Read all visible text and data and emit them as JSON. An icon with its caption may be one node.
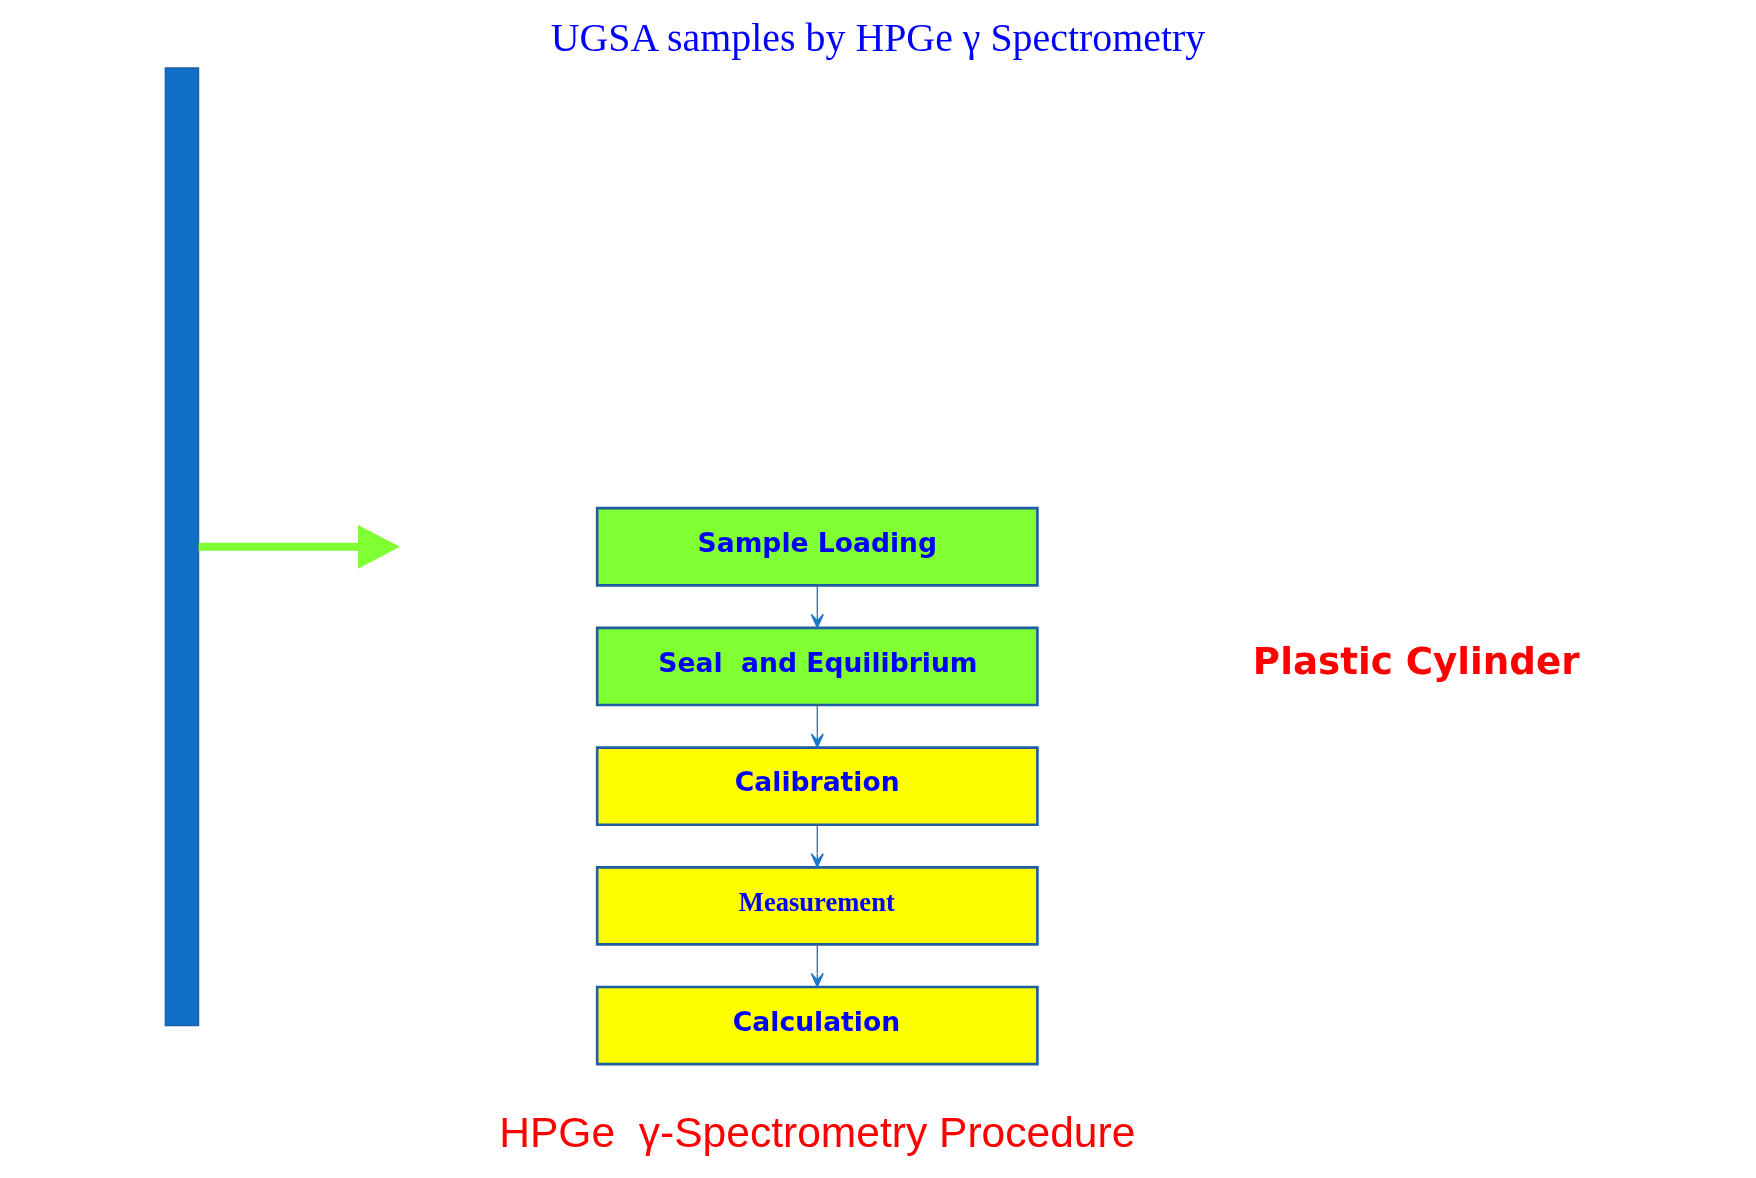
{
  "diagram": {
    "title": "UGSA samples by HPGe γ Spectrometry",
    "caption": "HPGe  γ-Spectrometry Procedure",
    "nodes": [
      {
        "text": [
          "Sample Loading"
        ]
      },
      {
        "text": [
          "Seal  and Equilibrium"
        ]
      },
      {
        "text": [
          "Calibration"
        ]
      },
      {
        "text": [
          "Measurement"
        ]
      },
      {
        "text": [
          "Calculation"
        ]
      },
      {
        "text": [],
        "shape": "bar"
      }
    ],
    "edges": [
      {
        "from": 0,
        "to": 1,
        "arrow": "to"
      },
      {
        "from": 1,
        "to": 2,
        "arrow": "to"
      },
      {
        "from": 2,
        "to": 3,
        "arrow": "to"
      },
      {
        "from": 3,
        "to": 4,
        "arrow": "to"
      },
      {
        "from": 5,
        "to": null,
        "arrow": "to",
        "style": "thick",
        "color": "#80ff33"
      }
    ],
    "labels": [
      "Plastic Cylinder"
    ]
  }
}
